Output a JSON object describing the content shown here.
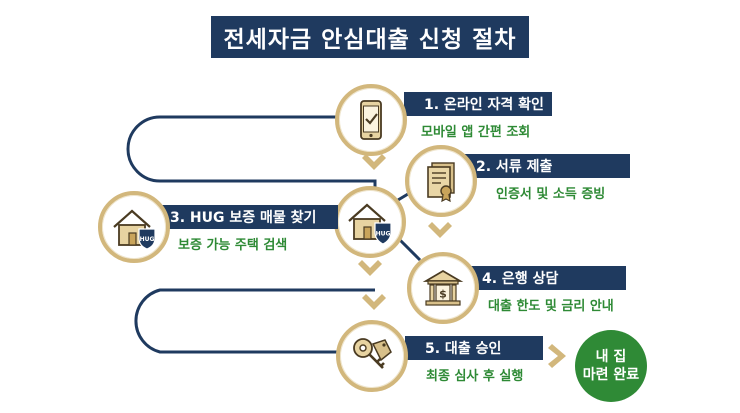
{
  "title": "전세자금 안심대출 신청 절차",
  "steps": [
    {
      "label": "1. 온라인 자격 확인",
      "sub": "모바일 앱 간편 조회",
      "icon": "smartphone-check-icon"
    },
    {
      "label": "2. 서류 제출",
      "sub": "인증서 및 소득 증빙",
      "icon": "certificate-document-icon"
    },
    {
      "label": "3. HUG 보증 매물 찾기",
      "sub": "보증 가능 주택 검색",
      "icon": "house-shield-icon"
    },
    {
      "label": "4. 은행 상담",
      "sub": "대출 한도 및 금리 안내",
      "icon": "bank-dollar-icon"
    },
    {
      "label": "5. 대출 승인",
      "sub": "최종 심사 후 실행",
      "icon": "key-tag-icon"
    }
  ],
  "hub_icon": "house-shield-hug-icon",
  "hub_badge": "HUG",
  "step3_badge": "HUG",
  "final": {
    "line1": "내 집",
    "line2": "마련 완료"
  },
  "colors": {
    "navy": "#1f3a5f",
    "gold": "#d2b77c",
    "green": "#2f8a36",
    "path": "#1f3a5f"
  }
}
